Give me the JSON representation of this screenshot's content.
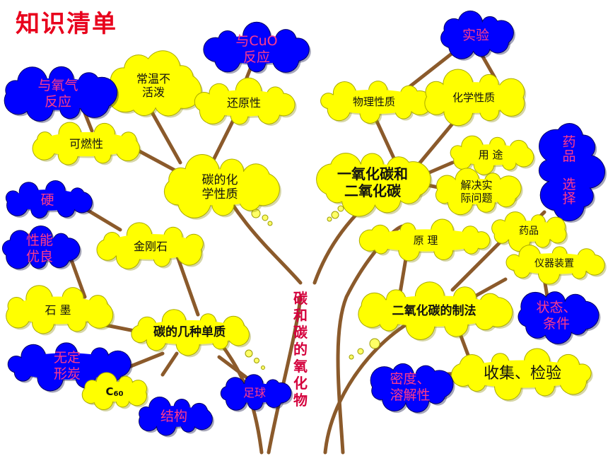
{
  "title": "知识清单",
  "center_title": "碳和碳的氧化物",
  "colors": {
    "yellow": "#ffff00",
    "blue": "#0000ff",
    "branch": "#8b5a2b",
    "title": "#e8001c"
  },
  "clouds": {
    "与CuO反应": "与CuO\n反应",
    "常温不活泼": "常温不\n活泼",
    "与氧气反应": "与氧气\n反应",
    "还原性": "还原性",
    "可燃性": "可燃性",
    "碳的化学性质": "碳的化\n学性质",
    "硬": "硬",
    "金刚石": "金刚石",
    "性能优良": "性能\n优良",
    "石墨": "石 墨",
    "碳的几种单质": "碳的几种单质",
    "无定形炭": "无定\n形炭",
    "C60": "C",
    "C60_sub": "60",
    "足球": "足球",
    "结构": "结构",
    "实验": "实验",
    "物理性质": "物理性质",
    "化学性质": "化学性质",
    "一氧化碳和二氧化碳": "一氧化碳和\n二氧化碳",
    "用途": "用  途",
    "解决实际问题": "解决实\n际问题",
    "药品选择": "药\n品\n\n选\n择",
    "药品": "药品",
    "原理": "原  理",
    "仪器装置": "仪器装置",
    "状态条件": "状态、\n条件",
    "二氧化碳的制法": "二氧化碳的制法",
    "收集检验": "收集、检验",
    "密度溶解性": "密度、\n溶解性"
  }
}
